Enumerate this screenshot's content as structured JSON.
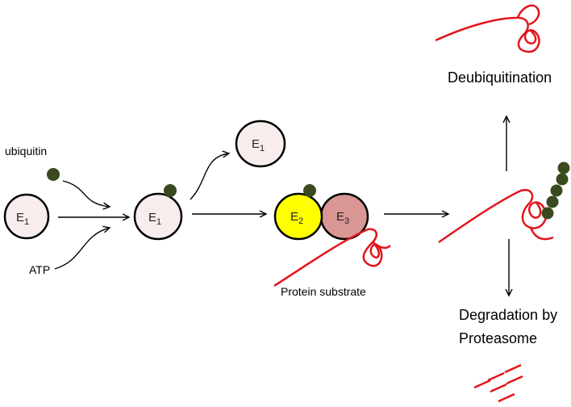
{
  "labels": {
    "ubiquitin": "ubiquitin",
    "atp": "ATP",
    "protein_substrate": "Protein substrate",
    "deubiquitination": "Deubiquitination",
    "degradation_line1": "Degradation by",
    "degradation_line2": "Proteasome"
  },
  "enzymes": {
    "e1_letter": "E",
    "e1_sub": "1",
    "e2_letter": "E",
    "e2_sub": "2",
    "e3_letter": "E",
    "e3_sub": "3"
  },
  "colors": {
    "e1_fill": "#f8eded",
    "e2_fill": "#ffff00",
    "e3_fill": "#d99694",
    "ubiquitin": "#3a4a1e",
    "protein": "#e3141b",
    "arrow": "#000000"
  }
}
